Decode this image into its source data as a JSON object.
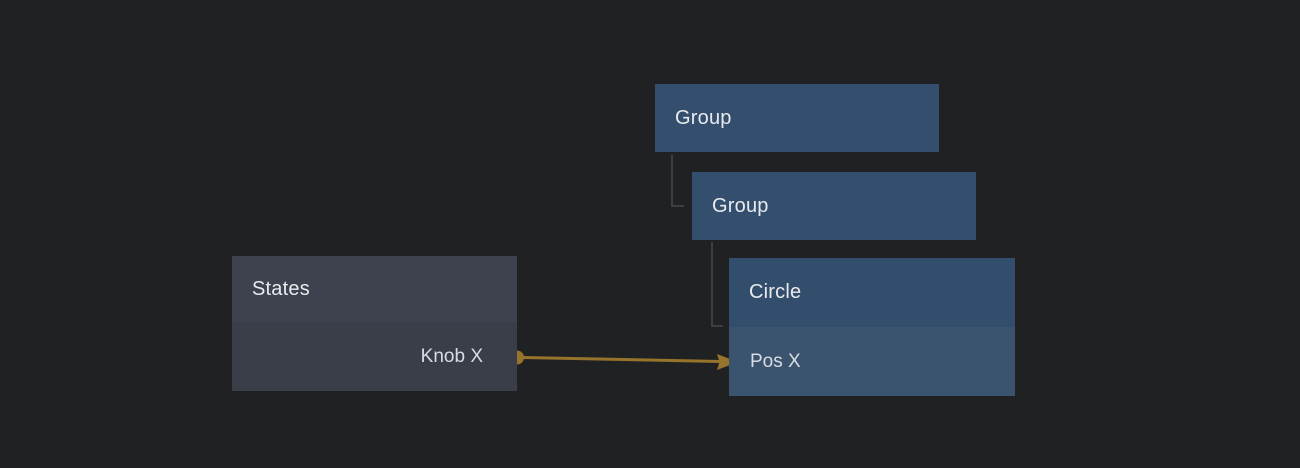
{
  "graph": {
    "group1": {
      "label": "Group"
    },
    "group2": {
      "label": "Group"
    },
    "circle": {
      "label": "Circle",
      "input_property": "Pos X"
    },
    "states": {
      "label": "States",
      "output_property": "Knob X"
    }
  },
  "connection": {
    "from_node": "States",
    "from_port": "Knob X",
    "to_node": "Circle",
    "to_port": "Pos X"
  },
  "colors": {
    "background": "#202122",
    "group_node": "#344f6e",
    "circle_header": "#334e6c",
    "circle_row": "#3a536f",
    "states_header": "#3d424e",
    "states_row": "#393e49",
    "wire": "#97742b",
    "hierarchy_line": "#3e3e3e"
  }
}
